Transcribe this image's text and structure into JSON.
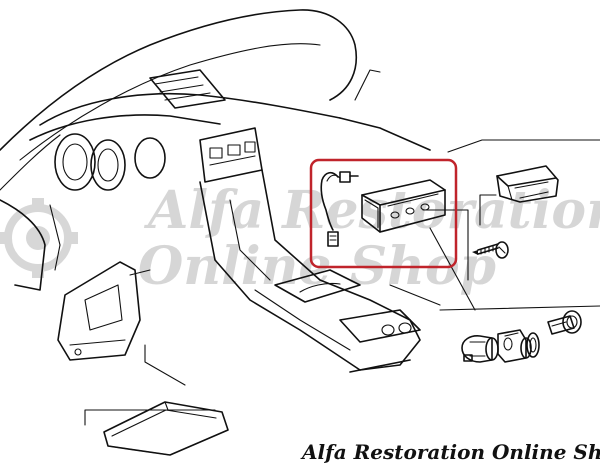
{
  "watermark": {
    "line1": "Alfa Restoration",
    "line2": "Online Shop",
    "color": "#c9c9c9"
  },
  "footer": {
    "brand_text": "Alfa Restoration Online Shop"
  },
  "highlight": {
    "color": "#c0242b",
    "part_description": "highlighted-switch-housing-with-wiring-connector"
  },
  "icons": [
    "dashboard-outline-icon",
    "switch-housing-icon",
    "wiring-connector-icon",
    "cover-cap-icon",
    "screw-icon",
    "cigarette-lighter-socket-icon",
    "lighter-element-icon",
    "storage-tray-icon",
    "side-panel-icon",
    "gear-logo-icon"
  ]
}
